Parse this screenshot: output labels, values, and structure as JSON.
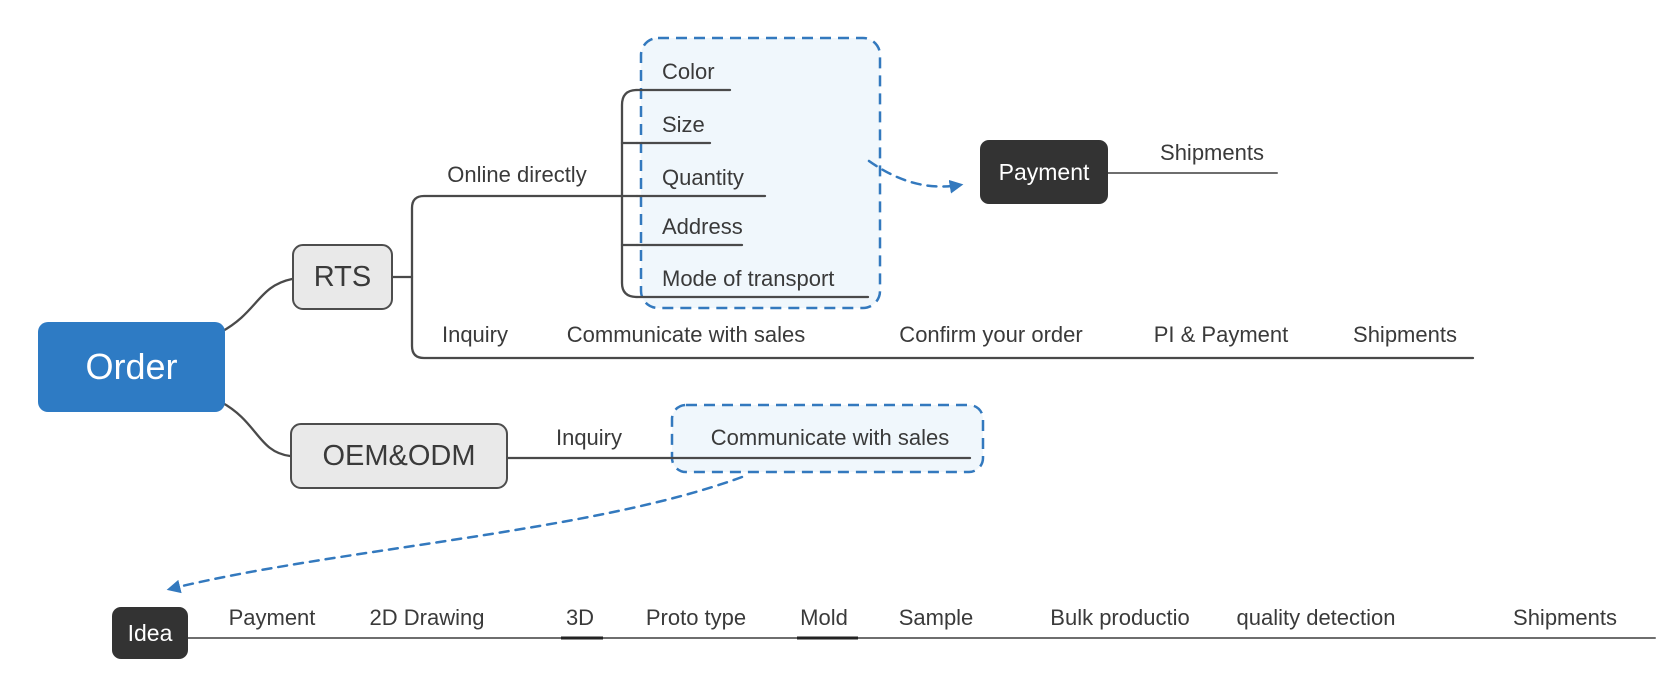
{
  "colors": {
    "root_bg": "#2e7bc4",
    "branch_box_bg": "#e9e9e9",
    "branch_box_border": "#4d4d4d",
    "dark_node_bg": "#333333",
    "dashed_blue": "#3379be",
    "dashed_box_fill": "#e7f0f9",
    "line_dark": "#4a4a4a",
    "text": "#3a3a3a"
  },
  "root": {
    "label": "Order"
  },
  "rts": {
    "label": "RTS",
    "online": {
      "label": "Online directly",
      "options": [
        "Color",
        "Size",
        "Quantity",
        "Address",
        "Mode of transport"
      ],
      "payment_label": "Payment",
      "shipments_label": "Shipments"
    },
    "steps": [
      "Inquiry",
      "Communicate with sales",
      "Confirm your order",
      "PI & Payment",
      "Shipments"
    ]
  },
  "oem": {
    "label": "OEM&ODM",
    "inquiry_label": "Inquiry",
    "communicate_label": "Communicate with sales",
    "idea_label": "Idea",
    "steps": [
      "Payment",
      "2D Drawing",
      "3D",
      "Proto type",
      "Mold",
      "Sample",
      "Bulk productio",
      "quality detection",
      "Shipments"
    ]
  }
}
